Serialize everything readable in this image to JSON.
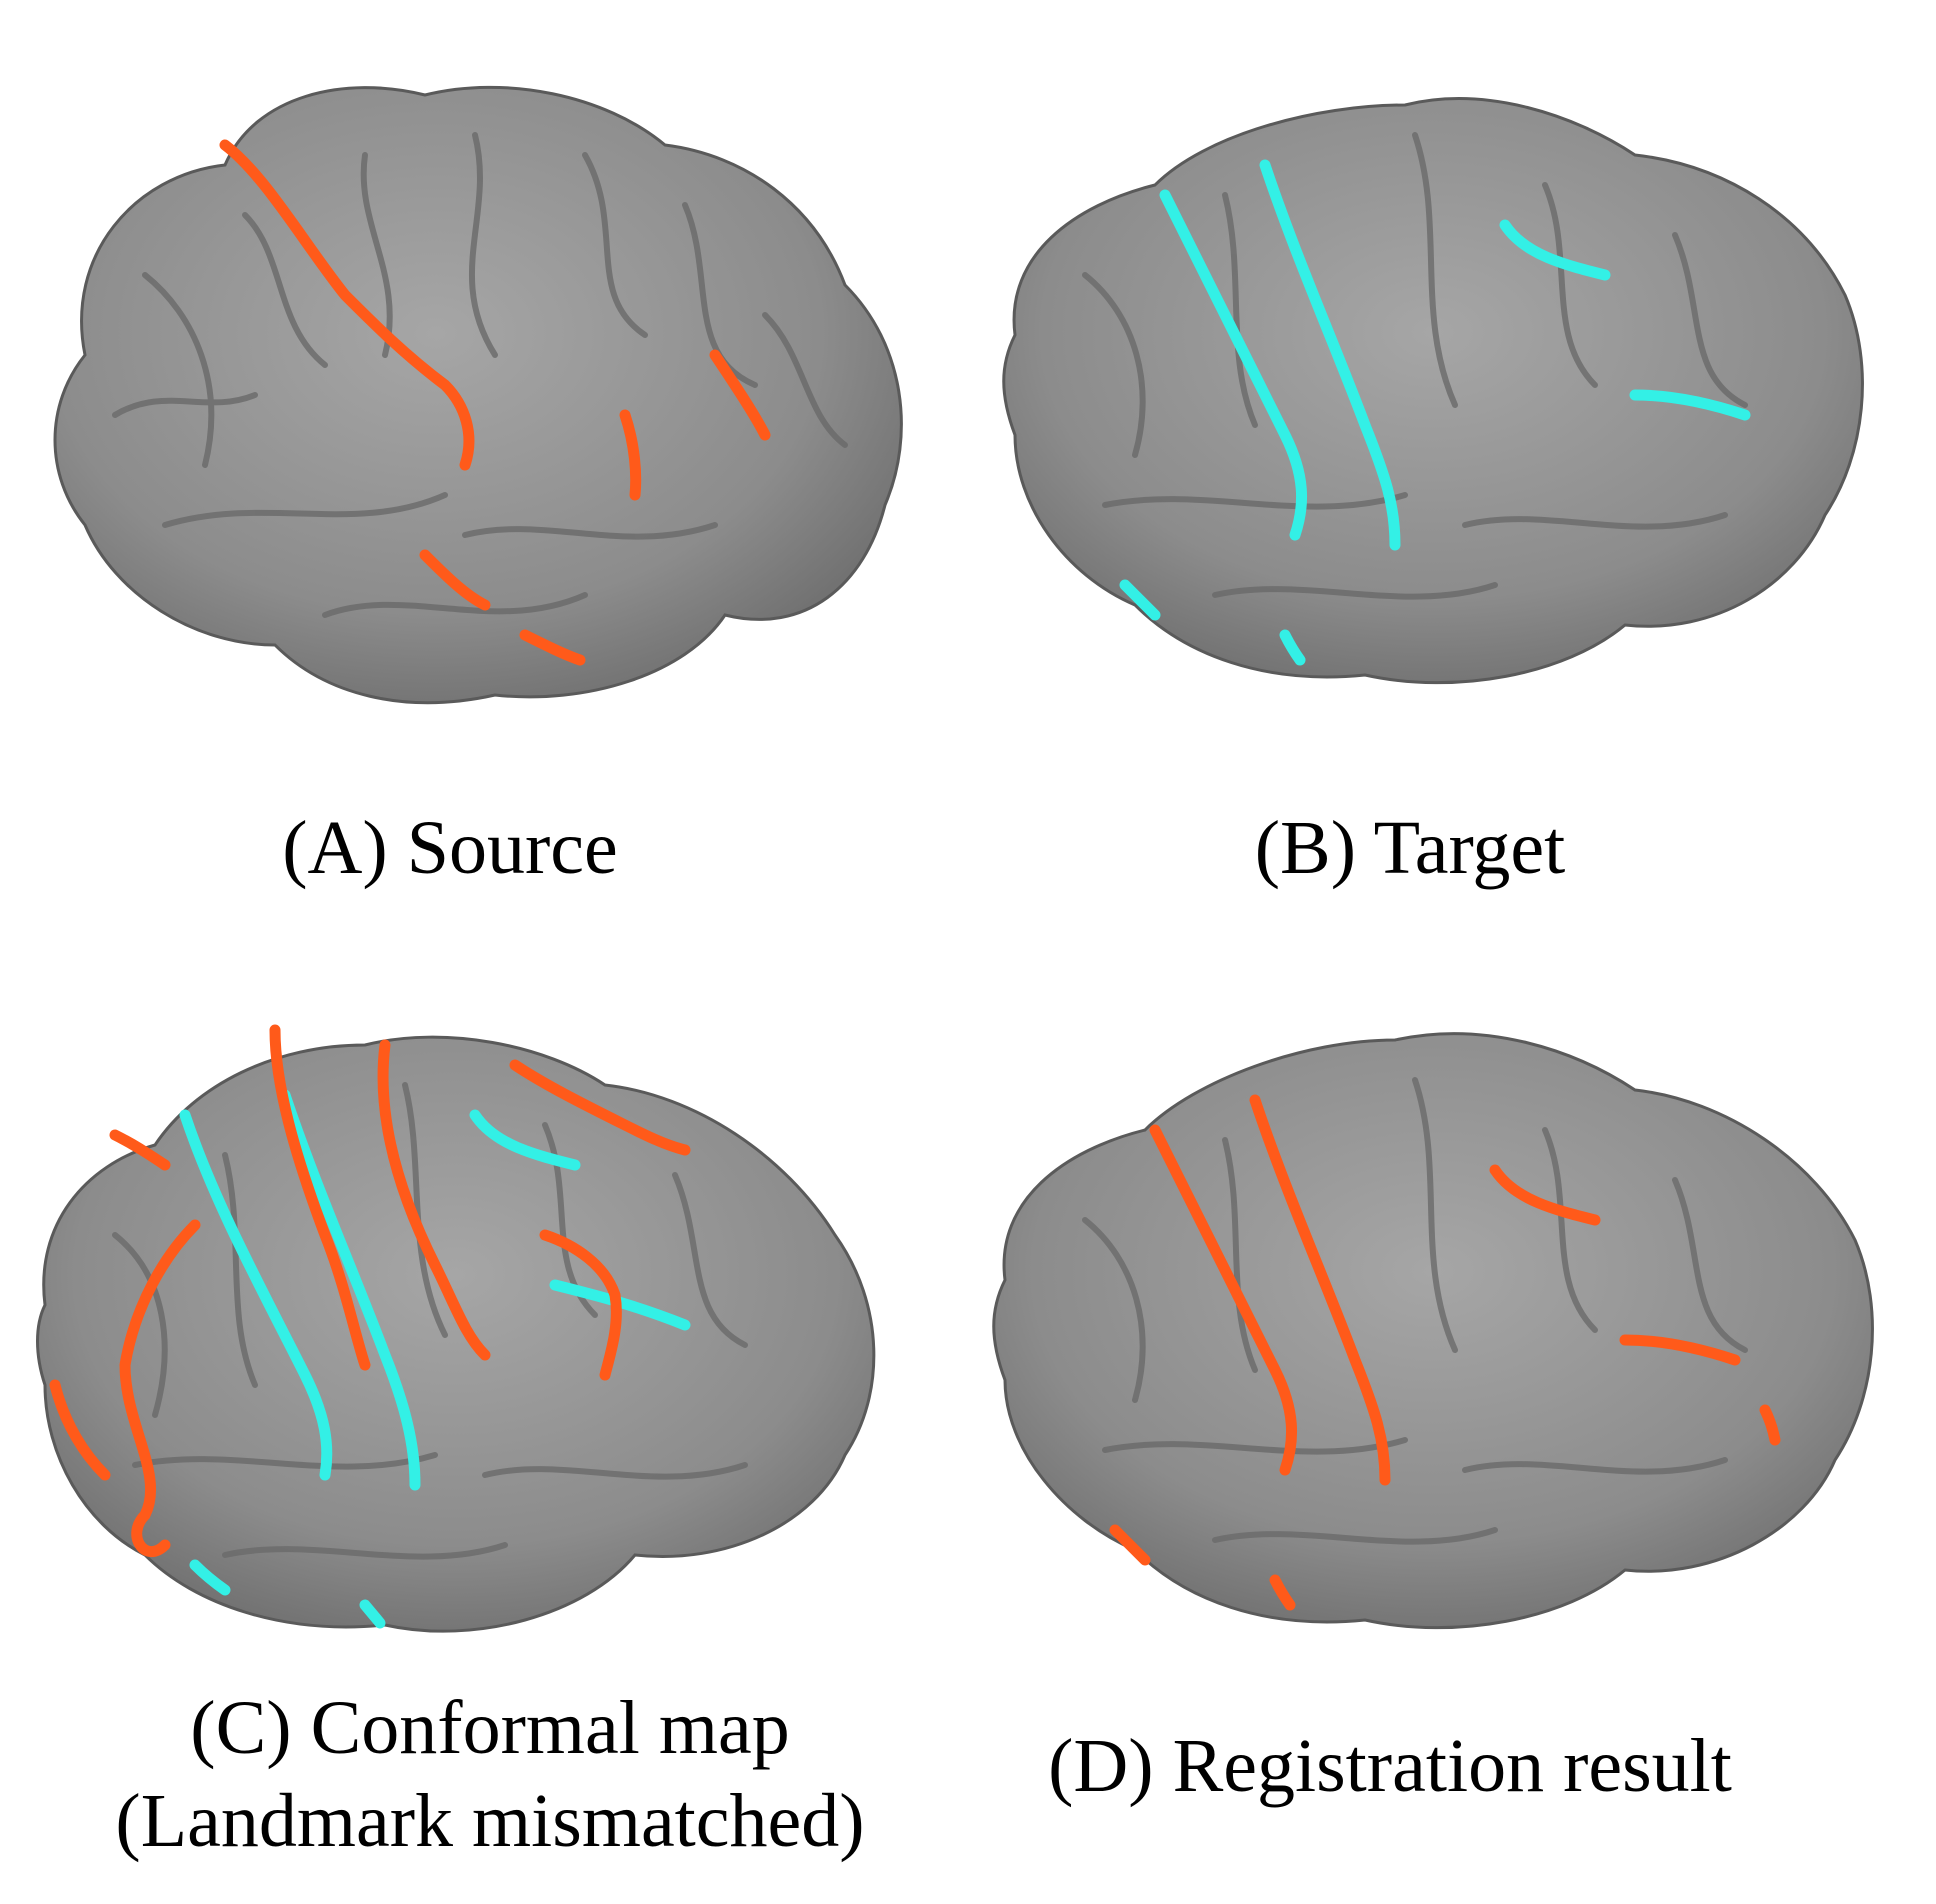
{
  "figure": {
    "panels": [
      {
        "id": "A",
        "caption_lines": [
          "(A) Source"
        ],
        "landmark_colors": [
          "#ff5a1a"
        ]
      },
      {
        "id": "B",
        "caption_lines": [
          "(B) Target"
        ],
        "landmark_colors": [
          "#33f0e6"
        ]
      },
      {
        "id": "C",
        "caption_lines": [
          "(C) Conformal map",
          "(Landmark mismatched)"
        ],
        "landmark_colors": [
          "#ff5a1a",
          "#33f0e6"
        ]
      },
      {
        "id": "D",
        "caption_lines": [
          "(D) Registration result"
        ],
        "landmark_colors": [
          "#ff5a1a"
        ]
      }
    ],
    "colors": {
      "cortex": "#8c8c8c",
      "cortex_shadow": "#6e6e6e",
      "cortex_highlight": "#a6a6a6",
      "source_landmark": "#ff5a1a",
      "target_landmark": "#33f0e6"
    }
  }
}
